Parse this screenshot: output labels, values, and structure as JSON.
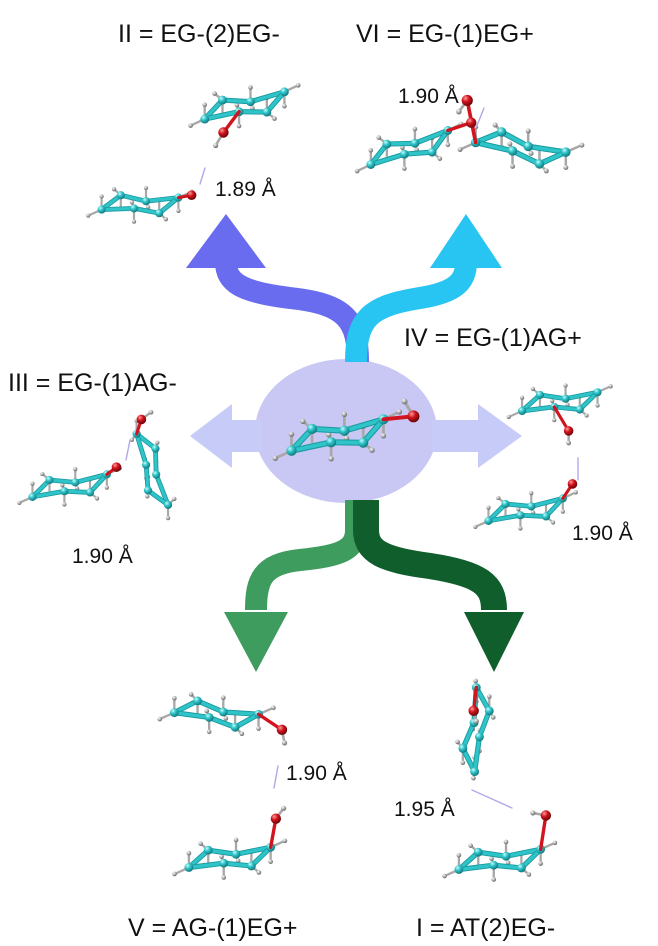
{
  "colors": {
    "background": "#ffffff",
    "carbon": "#2ec4c8",
    "carbon_dark": "#1a9aa0",
    "oxygen": "#d2141e",
    "hydrogen": "#a8a8a8",
    "hbond": "#b0a8e8",
    "center_ellipse": "#c9c8f4",
    "arrow_II": "#6a6cf0",
    "arrow_VI": "#29c5f2",
    "arrow_side": "#c6ccf7",
    "arrow_V": "#3f9c5f",
    "arrow_I": "#0f5e2c"
  },
  "conformers": {
    "II": {
      "label": "II = EG-(2)EG-",
      "distance": "1.89 Å"
    },
    "VI": {
      "label": "VI = EG-(1)EG+",
      "distance": "1.90 Å"
    },
    "III": {
      "label": "III = EG-(1)AG-",
      "distance": "1.90 Å"
    },
    "IV": {
      "label": "IV = EG-(1)AG+",
      "distance": "1.90 Å"
    },
    "V": {
      "label": "V = AG-(1)EG+",
      "distance": "1.90 Å"
    },
    "I": {
      "label": "I = AT(2)EG-",
      "distance": "1.95 Å"
    }
  },
  "center": {
    "icon": "cyclohexanol-molecule-icon"
  }
}
